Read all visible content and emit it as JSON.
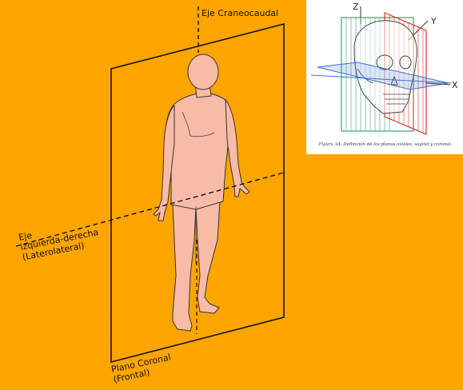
{
  "diagram": {
    "axis_vertical_label": "Eje Craneocaudal",
    "axis_lateral_label": {
      "line1": "Eje",
      "line2": "izquierda-derecha",
      "line3": "(Laterolateral)"
    },
    "plane_label": {
      "line1": "Plano Coronal",
      "line2": "(Frontal)"
    },
    "colors": {
      "background": "#FFA500",
      "skin": "#F8BBA8",
      "outline": "#111111"
    }
  },
  "inset": {
    "axis_z": "Z",
    "axis_y": "Y",
    "axis_x": "X",
    "caption": "Figura 3A. Definición de los planos axiales, sagital y coronal.",
    "colors": {
      "coronal_plane": "#3aa36b",
      "sagittal_plane": "#d9342b",
      "axial_plane": "#3b6fd1"
    }
  }
}
